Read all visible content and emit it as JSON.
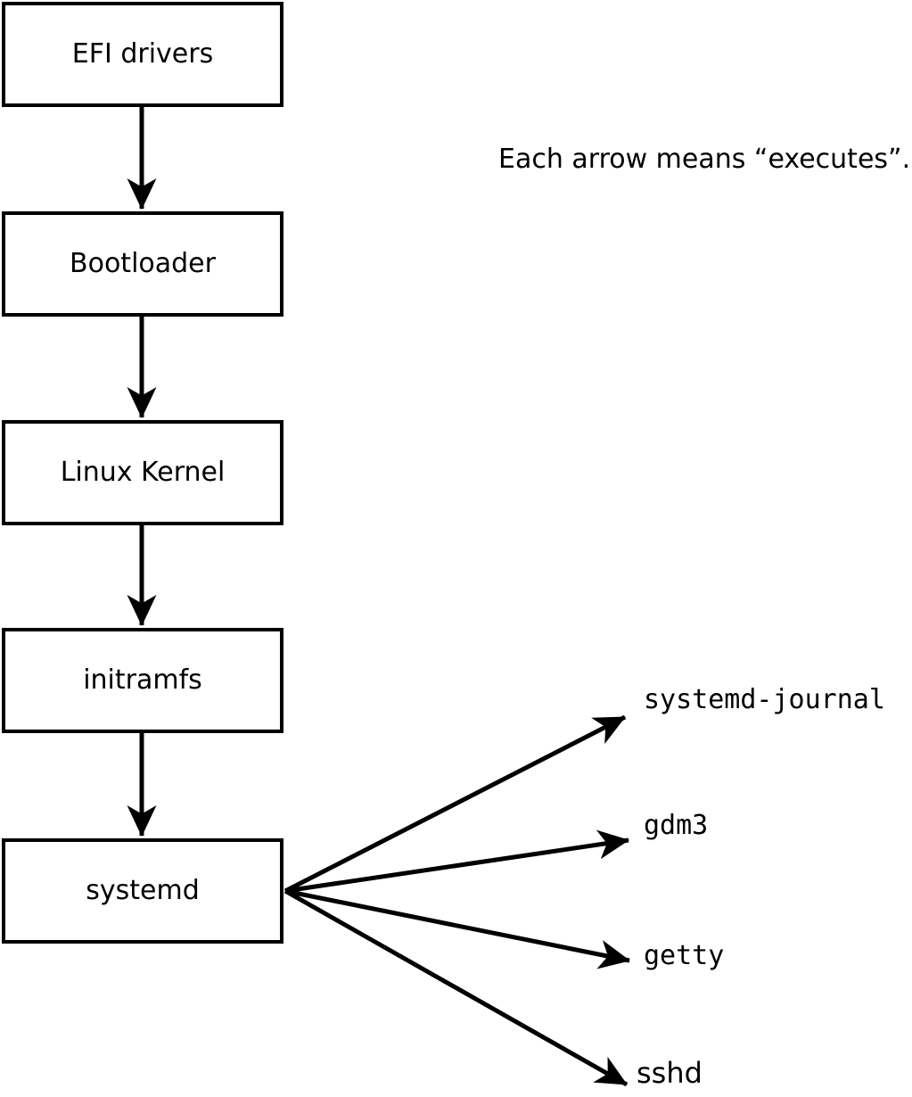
{
  "diagram": {
    "note": "Each arrow means “executes”.",
    "arrow_meaning": "executes",
    "boot_chain": [
      {
        "label": "EFI drivers"
      },
      {
        "label": "Bootloader"
      },
      {
        "label": "Linux Kernel"
      },
      {
        "label": "initramfs"
      },
      {
        "label": "systemd"
      }
    ],
    "spawned_processes": [
      {
        "label": "systemd-journal"
      },
      {
        "label": "gdm3"
      },
      {
        "label": "getty"
      },
      {
        "label": "sshd"
      }
    ],
    "colors": {
      "stroke": "#000000",
      "box_fill": "#ffffff",
      "background": "#ffffff",
      "text": "#000000"
    }
  }
}
